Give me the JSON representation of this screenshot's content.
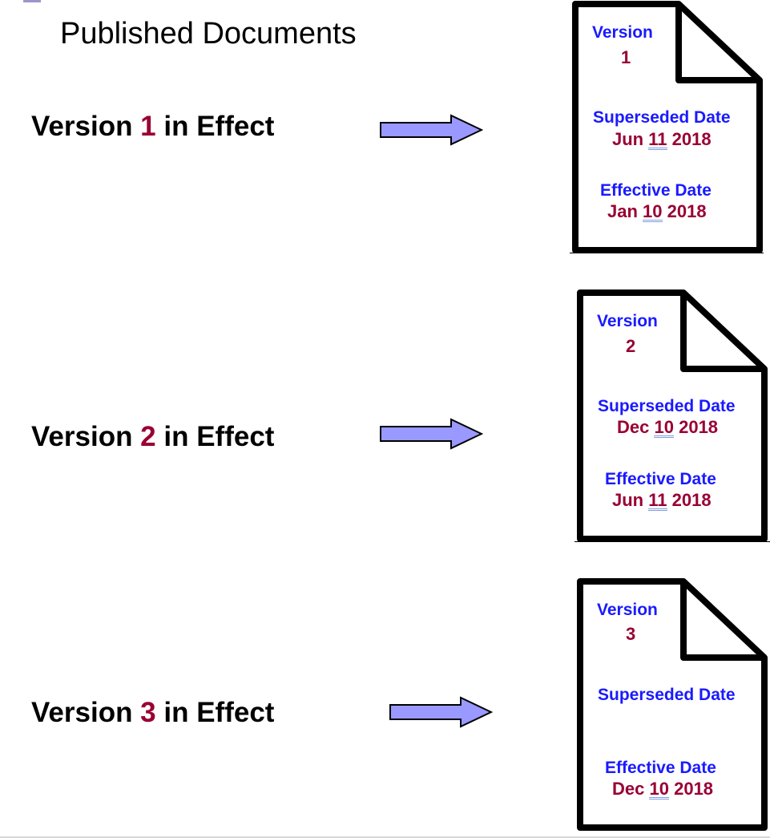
{
  "title": "Published Documents",
  "colors": {
    "label_blue": "#1a1aff",
    "value_red": "#990033",
    "arrow_fill": "#9999ff"
  },
  "rows": [
    {
      "label_prefix": "Version ",
      "number": "1",
      "label_suffix": " in Effect",
      "doc": {
        "version_label": "Version",
        "version_value": "1",
        "superseded_label": "Superseded Date",
        "superseded_month": "Jun",
        "superseded_day": "11",
        "superseded_year": "2018",
        "effective_label": "Effective Date",
        "effective_month": "Jan",
        "effective_day": "10",
        "effective_year": "2018"
      }
    },
    {
      "label_prefix": "Version ",
      "number": "2",
      "label_suffix": " in Effect",
      "doc": {
        "version_label": "Version",
        "version_value": "2",
        "superseded_label": "Superseded Date",
        "superseded_month": "Dec",
        "superseded_day": "10",
        "superseded_year": "2018",
        "effective_label": "Effective Date",
        "effective_month": "Jun",
        "effective_day": "11",
        "effective_year": "2018"
      }
    },
    {
      "label_prefix": "Version ",
      "number": "3",
      "label_suffix": " in Effect",
      "doc": {
        "version_label": "Version",
        "version_value": "3",
        "superseded_label": "Superseded Date",
        "effective_label": "Effective Date",
        "effective_month": "Dec",
        "effective_day": "10",
        "effective_year": "2018"
      }
    }
  ]
}
